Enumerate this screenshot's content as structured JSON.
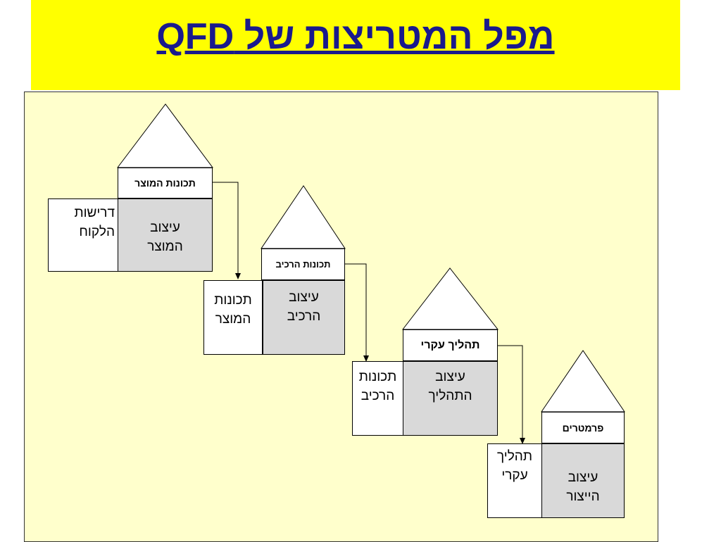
{
  "title": "מפל המטריצות של QFD",
  "colors": {
    "title_bar": "#ffff00",
    "title_text": "#1a1a8c",
    "panel": "#ffffcc",
    "design_cell": "#d9d9d9"
  },
  "houses": [
    {
      "header": "תכונות המוצר",
      "input": [
        "דרישות",
        "הלקוח"
      ],
      "design": [
        "עיצוב",
        "המוצר"
      ]
    },
    {
      "header": "תכונות הרכיב",
      "input": [
        "תכונות",
        "המוצר"
      ],
      "design": [
        "עיצוב",
        "הרכיב"
      ]
    },
    {
      "header": "תהליך עקרי",
      "input": [
        "תכונות",
        "הרכיב"
      ],
      "design": [
        "עיצוב",
        "התהליך"
      ]
    },
    {
      "header": "פרמטרים",
      "input": [
        "תהליך",
        "עקרי"
      ],
      "design": [
        "עיצוב",
        "הייצור"
      ]
    }
  ]
}
